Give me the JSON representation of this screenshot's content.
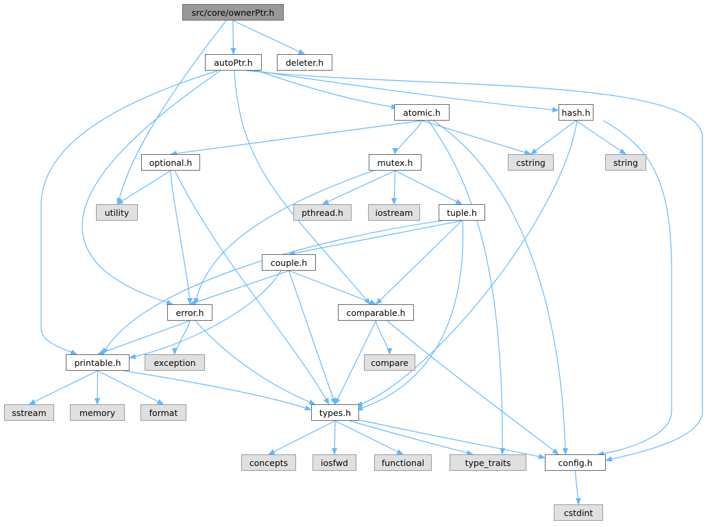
{
  "title": "src/core/ownerPtr.h",
  "colors": {
    "edge": "#63b8ff",
    "root_fill": "#999999",
    "external_fill": "#e0e0e0"
  },
  "nodes": {
    "ownerPtr": {
      "label": "src/core/ownerPtr.h",
      "kind": "root"
    },
    "autoPtr": {
      "label": "autoPtr.h",
      "kind": "file"
    },
    "deleter": {
      "label": "deleter.h",
      "kind": "file"
    },
    "atomic": {
      "label": "atomic.h",
      "kind": "file"
    },
    "hash": {
      "label": "hash.h",
      "kind": "file"
    },
    "optional": {
      "label": "optional.h",
      "kind": "file"
    },
    "mutex": {
      "label": "mutex.h",
      "kind": "file"
    },
    "cstring": {
      "label": "cstring",
      "kind": "ext"
    },
    "string": {
      "label": "string",
      "kind": "ext"
    },
    "utility": {
      "label": "utility",
      "kind": "ext"
    },
    "pthread": {
      "label": "pthread.h",
      "kind": "ext"
    },
    "iostream": {
      "label": "iostream",
      "kind": "ext"
    },
    "tuple": {
      "label": "tuple.h",
      "kind": "file"
    },
    "couple": {
      "label": "couple.h",
      "kind": "file"
    },
    "error": {
      "label": "error.h",
      "kind": "file"
    },
    "comparable": {
      "label": "comparable.h",
      "kind": "file"
    },
    "exception": {
      "label": "exception",
      "kind": "ext"
    },
    "compare": {
      "label": "compare",
      "kind": "ext"
    },
    "printable": {
      "label": "printable.h",
      "kind": "file"
    },
    "sstream": {
      "label": "sstream",
      "kind": "ext"
    },
    "memory": {
      "label": "memory",
      "kind": "ext"
    },
    "format": {
      "label": "format",
      "kind": "ext"
    },
    "types": {
      "label": "types.h",
      "kind": "file"
    },
    "concepts": {
      "label": "concepts",
      "kind": "ext"
    },
    "iosfwd": {
      "label": "iosfwd",
      "kind": "ext"
    },
    "functional": {
      "label": "functional",
      "kind": "ext"
    },
    "type_traits": {
      "label": "type_traits",
      "kind": "ext"
    },
    "config": {
      "label": "config.h",
      "kind": "file"
    },
    "cstdint": {
      "label": "cstdint",
      "kind": "ext"
    }
  },
  "edges": [
    [
      "ownerPtr",
      "autoPtr"
    ],
    [
      "ownerPtr",
      "deleter"
    ],
    [
      "ownerPtr",
      "utility"
    ],
    [
      "autoPtr",
      "atomic"
    ],
    [
      "autoPtr",
      "hash"
    ],
    [
      "autoPtr",
      "config"
    ],
    [
      "autoPtr",
      "printable"
    ],
    [
      "autoPtr",
      "error"
    ],
    [
      "autoPtr",
      "comparable"
    ],
    [
      "atomic",
      "optional"
    ],
    [
      "atomic",
      "mutex"
    ],
    [
      "atomic",
      "cstring"
    ],
    [
      "atomic",
      "type_traits"
    ],
    [
      "atomic",
      "config"
    ],
    [
      "hash",
      "cstring"
    ],
    [
      "hash",
      "string"
    ],
    [
      "hash",
      "types"
    ],
    [
      "hash",
      "config"
    ],
    [
      "optional",
      "utility"
    ],
    [
      "optional",
      "error"
    ],
    [
      "optional",
      "types"
    ],
    [
      "mutex",
      "pthread"
    ],
    [
      "mutex",
      "iostream"
    ],
    [
      "mutex",
      "tuple"
    ],
    [
      "mutex",
      "error"
    ],
    [
      "tuple",
      "couple"
    ],
    [
      "tuple",
      "printable"
    ],
    [
      "tuple",
      "comparable"
    ],
    [
      "tuple",
      "types"
    ],
    [
      "couple",
      "error"
    ],
    [
      "couple",
      "printable"
    ],
    [
      "couple",
      "comparable"
    ],
    [
      "couple",
      "types"
    ],
    [
      "error",
      "printable"
    ],
    [
      "error",
      "exception"
    ],
    [
      "error",
      "types"
    ],
    [
      "comparable",
      "compare"
    ],
    [
      "comparable",
      "types"
    ],
    [
      "comparable",
      "config"
    ],
    [
      "printable",
      "sstream"
    ],
    [
      "printable",
      "memory"
    ],
    [
      "printable",
      "format"
    ],
    [
      "printable",
      "types"
    ],
    [
      "types",
      "concepts"
    ],
    [
      "types",
      "iosfwd"
    ],
    [
      "types",
      "functional"
    ],
    [
      "types",
      "type_traits"
    ],
    [
      "types",
      "config"
    ],
    [
      "config",
      "cstdint"
    ]
  ]
}
